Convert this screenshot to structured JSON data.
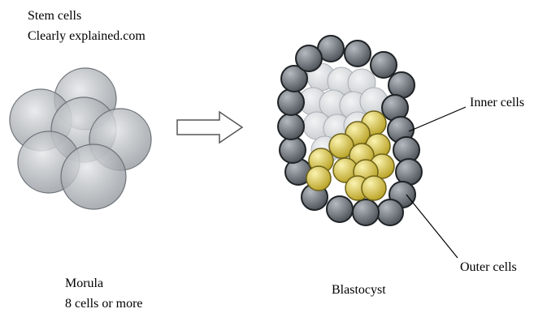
{
  "header": {
    "line1": "Stem cells",
    "line2": "Clearly explained.com"
  },
  "morula": {
    "label": "Morula",
    "sublabel": "8 cells or more"
  },
  "blastocyst": {
    "label": "Blastocyst",
    "inner_label": "Inner cells",
    "outer_label": "Outer cells"
  },
  "colors": {
    "morula_fill": "#9aa0a6",
    "outer_cell": "#6b7177",
    "inner_cell": "#d8c640",
    "background": "#ffffff"
  }
}
